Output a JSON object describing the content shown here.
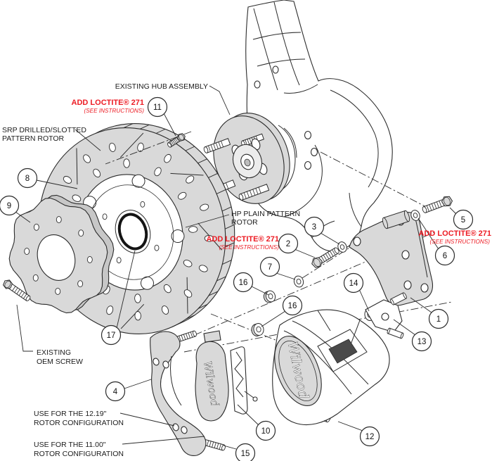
{
  "diagram": {
    "type": "exploded-assembly-drawing",
    "subject": "rear disc brake kit exploded view",
    "colors": {
      "part_fill": "#d9d9d9",
      "line": "#2b2b2b",
      "warning_red": "#ed1c24",
      "background": "#ffffff"
    },
    "labels": {
      "existing_hub_assembly": "EXISTING HUB ASSEMBLY",
      "srp_rotor_line1": "SRP DRILLED/SLOTTED",
      "srp_rotor_line2": "PATTERN ROTOR",
      "hp_rotor_line1": "HP PLAIN PATTERN",
      "hp_rotor_line2": "ROTOR",
      "existing_oem_line1": "EXISTING",
      "existing_oem_line2": "OEM SCREW",
      "use_1219_line1": "USE FOR THE 12.19\"",
      "use_1219_line2": "ROTOR CONFIGURATION",
      "use_1100_line1": "USE FOR THE 11.00\"",
      "use_1100_line2": "ROTOR CONFIGURATION"
    },
    "loctite_note": {
      "line1": "ADD LOCTITE® 271",
      "line2": "(SEE INSTRUCTIONS)"
    },
    "brand_script": "Wilwood",
    "callouts": {
      "c1": "1",
      "c2": "2",
      "c3": "3",
      "c4": "4",
      "c5": "5",
      "c6": "6",
      "c7": "7",
      "c8": "8",
      "c9": "9",
      "c10": "10",
      "c11": "11",
      "c12": "12",
      "c13": "13",
      "c14": "14",
      "c15": "15",
      "c16": "16",
      "c17": "17"
    }
  }
}
